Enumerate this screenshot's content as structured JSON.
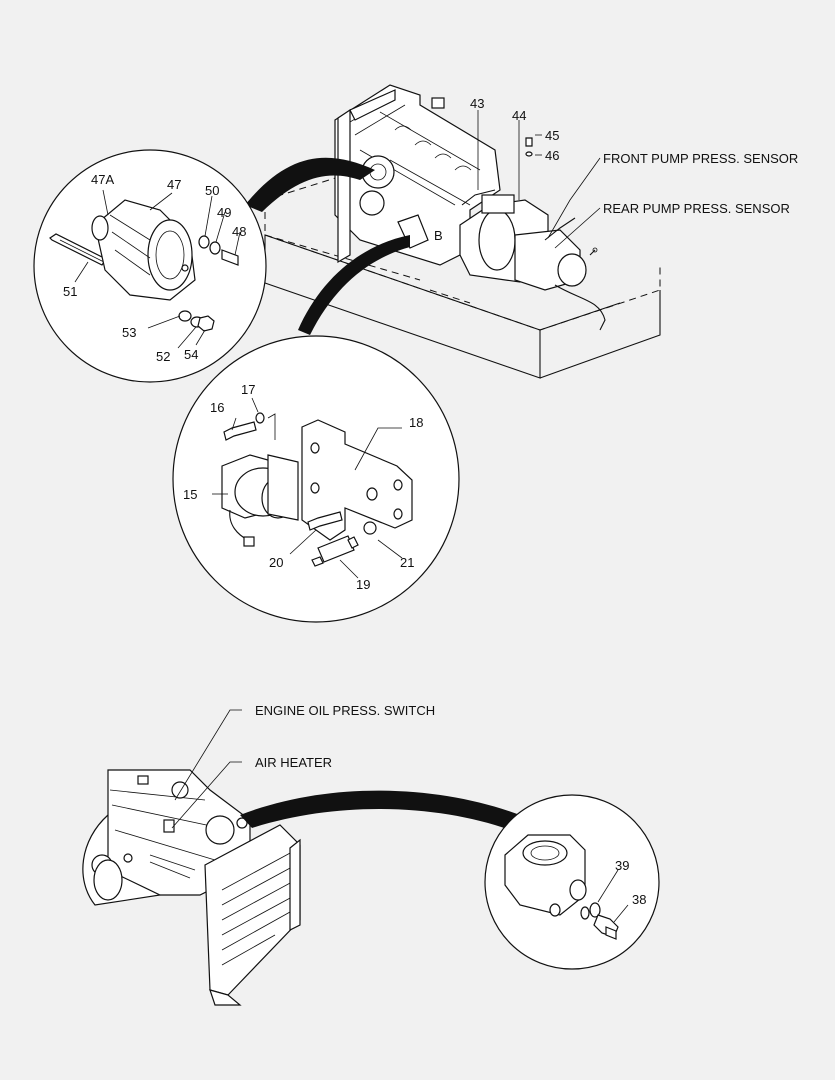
{
  "callouts": {
    "c43": "43",
    "c44": "44",
    "c45": "45",
    "c46": "46",
    "c47a": "47A",
    "c47": "47",
    "c50": "50",
    "c49": "49",
    "c48": "48",
    "c51": "51",
    "c53": "53",
    "c52": "52",
    "c54": "54",
    "c17": "17",
    "c16": "16",
    "c18": "18",
    "c15": "15",
    "c20": "20",
    "c21": "21",
    "c19": "19",
    "c39": "39",
    "c38": "38",
    "cB": "B"
  },
  "captions": {
    "front_sensor": "FRONT PUMP PRESS. SENSOR",
    "rear_sensor": "REAR PUMP PRESS. SENSOR",
    "oil_switch": "ENGINE OIL PRESS. SWITCH",
    "air_heater": "AIR HEATER"
  }
}
